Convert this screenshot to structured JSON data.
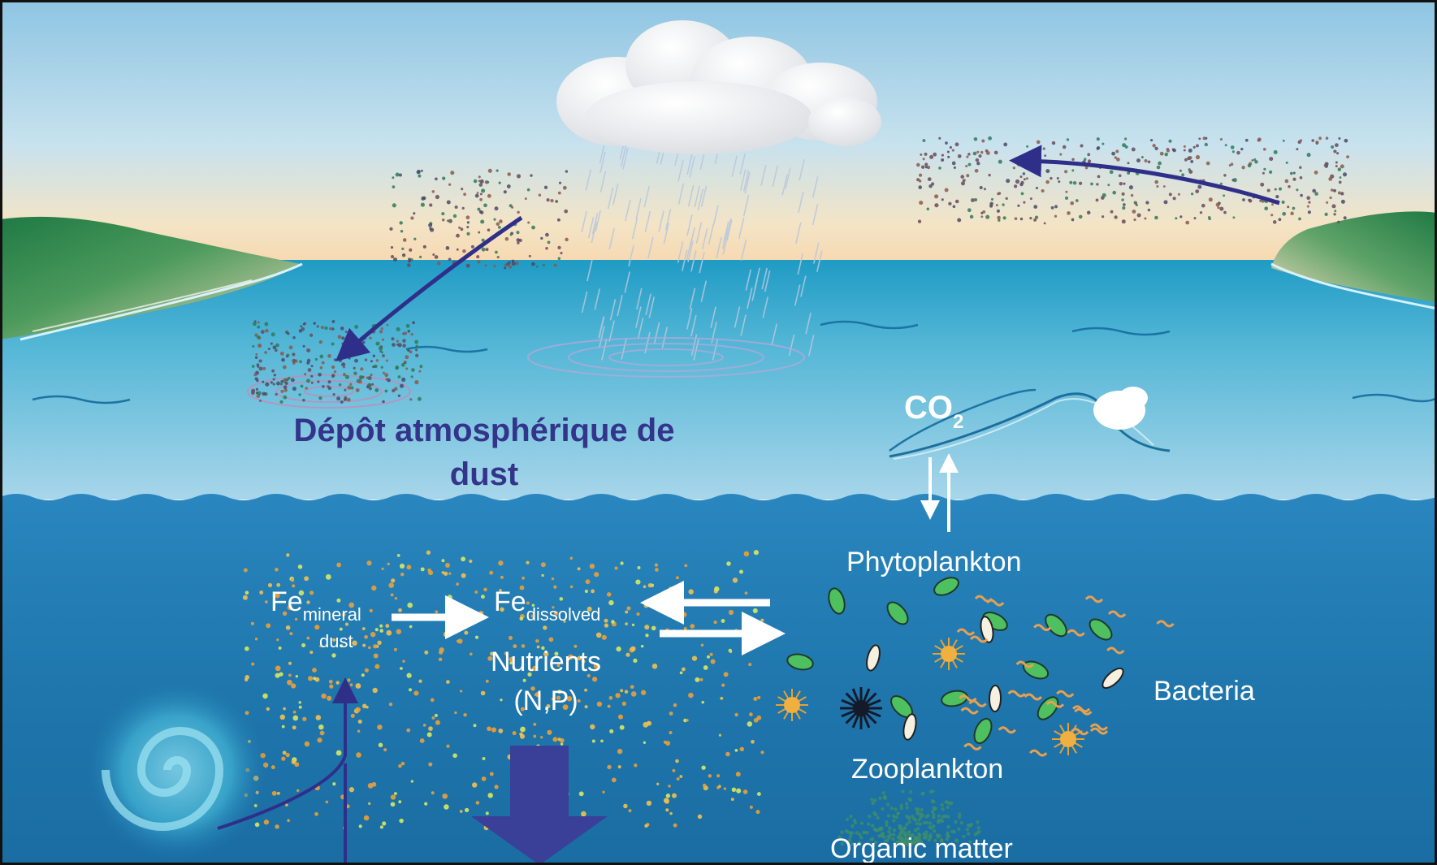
{
  "labels": {
    "deposition_line1": "Dépôt atmosphérique de",
    "deposition_line2": "dust",
    "co2_main": "CO",
    "co2_sub": "2",
    "phytoplankton": "Phytoplankton",
    "fe_mineral_main": "Fe",
    "fe_mineral_sub1": "mineral",
    "fe_mineral_sub2": "dust",
    "fe_dissolved_main": "Fe",
    "fe_dissolved_sub": "dissolved",
    "nutrients_line1": "Nutrients",
    "nutrients_line2": "(N,P)",
    "bacteria": "Bacteria",
    "zooplankton": "Zooplankton",
    "organic_matter": "Organic matter"
  },
  "colors": {
    "arrow_navy": "#2f2f8a",
    "label_navy": "#33348a",
    "sky_top": "#8fc6e4",
    "horizon_glow": "#f6dcb6",
    "sea_surface": "#2ea4c9",
    "deep_water": "#1e78ad"
  }
}
